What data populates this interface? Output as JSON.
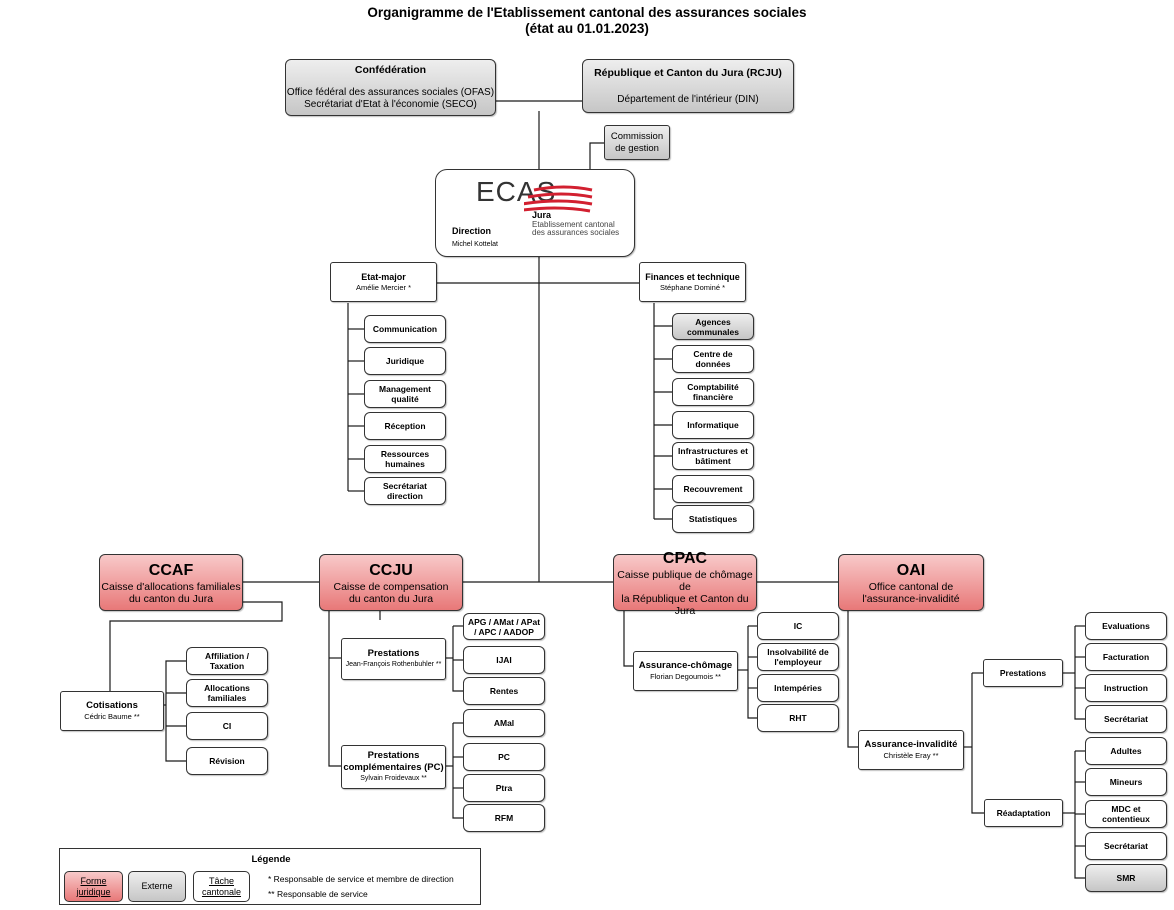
{
  "title": {
    "line1": "Organigramme de l'Etablissement cantonal des assurances sociales",
    "line2": "(état au 01.01.2023)"
  },
  "confederation": {
    "title": "Confédération",
    "line1": "Office fédéral des assurances sociales (OFAS)",
    "line2": "Secrétariat d'Etat à l'économie (SECO)"
  },
  "rcju": {
    "title": "République et Canton du Jura (RCJU)",
    "line1": "Département de l'intérieur (DIN)"
  },
  "commission": {
    "line1": "Commission",
    "line2": "de gestion"
  },
  "ecas": {
    "logo": "ECAS",
    "jura": "Jura",
    "sub1": "Etablissement cantonal",
    "sub2": "des assurances sociales",
    "direction": "Direction",
    "director": "Michel Kottelat"
  },
  "etat_major": {
    "title": "Etat-major",
    "person": "Amélie Mercier *",
    "items": [
      "Communication",
      "Juridique",
      "Management qualité",
      "Réception",
      "Ressources humaines",
      "Secrétariat direction"
    ]
  },
  "finances": {
    "title": "Finances et technique",
    "person": "Stéphane Dominé *",
    "items": [
      "Agences communales",
      "Centre de données",
      "Comptabilité financière",
      "Informatique",
      "Infrastructures et bâtiment",
      "Recouvrement",
      "Statistiques"
    ]
  },
  "ccaf": {
    "name": "CCAF",
    "line1": "Caisse d'allocations familiales",
    "line2": "du canton du Jura"
  },
  "ccju": {
    "name": "CCJU",
    "line1": "Caisse de compensation",
    "line2": "du canton du Jura"
  },
  "cpac": {
    "name": "CPAC",
    "line1": "Caisse publique de chômage de",
    "line2": "la République et Canton du Jura"
  },
  "oai": {
    "name": "OAI",
    "line1": "Office cantonal de",
    "line2": "l'assurance-invalidité"
  },
  "cotisations": {
    "title": "Cotisations",
    "person": "Cédric Baume **",
    "items": [
      "Affiliation / Taxation",
      "Allocations familiales",
      "CI",
      "Révision"
    ]
  },
  "prestations_ccju": {
    "title": "Prestations",
    "person": "Jean-François Rothenbuhler **",
    "items": [
      "APG / AMat / APat / APC / AADOP",
      "IJAI",
      "Rentes"
    ]
  },
  "prestations_pc": {
    "title": "Prestations complémentaires (PC)",
    "person": "Sylvain Froidevaux **",
    "items": [
      "AMal",
      "PC",
      "Ptra",
      "RFM"
    ]
  },
  "assurance_chomage": {
    "title": "Assurance-chômage",
    "person": "Florian Degoumois **",
    "items": [
      "IC",
      "Insolvabilité de l'employeur",
      "Intempéries",
      "RHT"
    ]
  },
  "assurance_invalidite": {
    "title": "Assurance-invalidité",
    "person": "Christèle Eray **"
  },
  "oai_prestations": {
    "title": "Prestations",
    "items": [
      "Evaluations",
      "Facturation",
      "Instruction",
      "Secrétariat"
    ]
  },
  "readaptation": {
    "title": "Réadaptation",
    "items": [
      "Adultes",
      "Mineurs",
      "MDC et contentieux",
      "Secrétariat",
      "SMR"
    ]
  },
  "legend": {
    "title": "Légende",
    "forme_line1": "Forme",
    "forme_line2": "juridique",
    "externe": "Externe",
    "tache_line1": "Tâche",
    "tache_line2": "cantonale",
    "note1": "*  Responsable de service et membre de direction",
    "note2": "** Responsable de service"
  },
  "colors": {
    "legal_entity": "#e87878",
    "external": "#c6c6c6",
    "logo_red": "#d22030"
  },
  "icons": [
    "ecas-logo-stripes"
  ]
}
